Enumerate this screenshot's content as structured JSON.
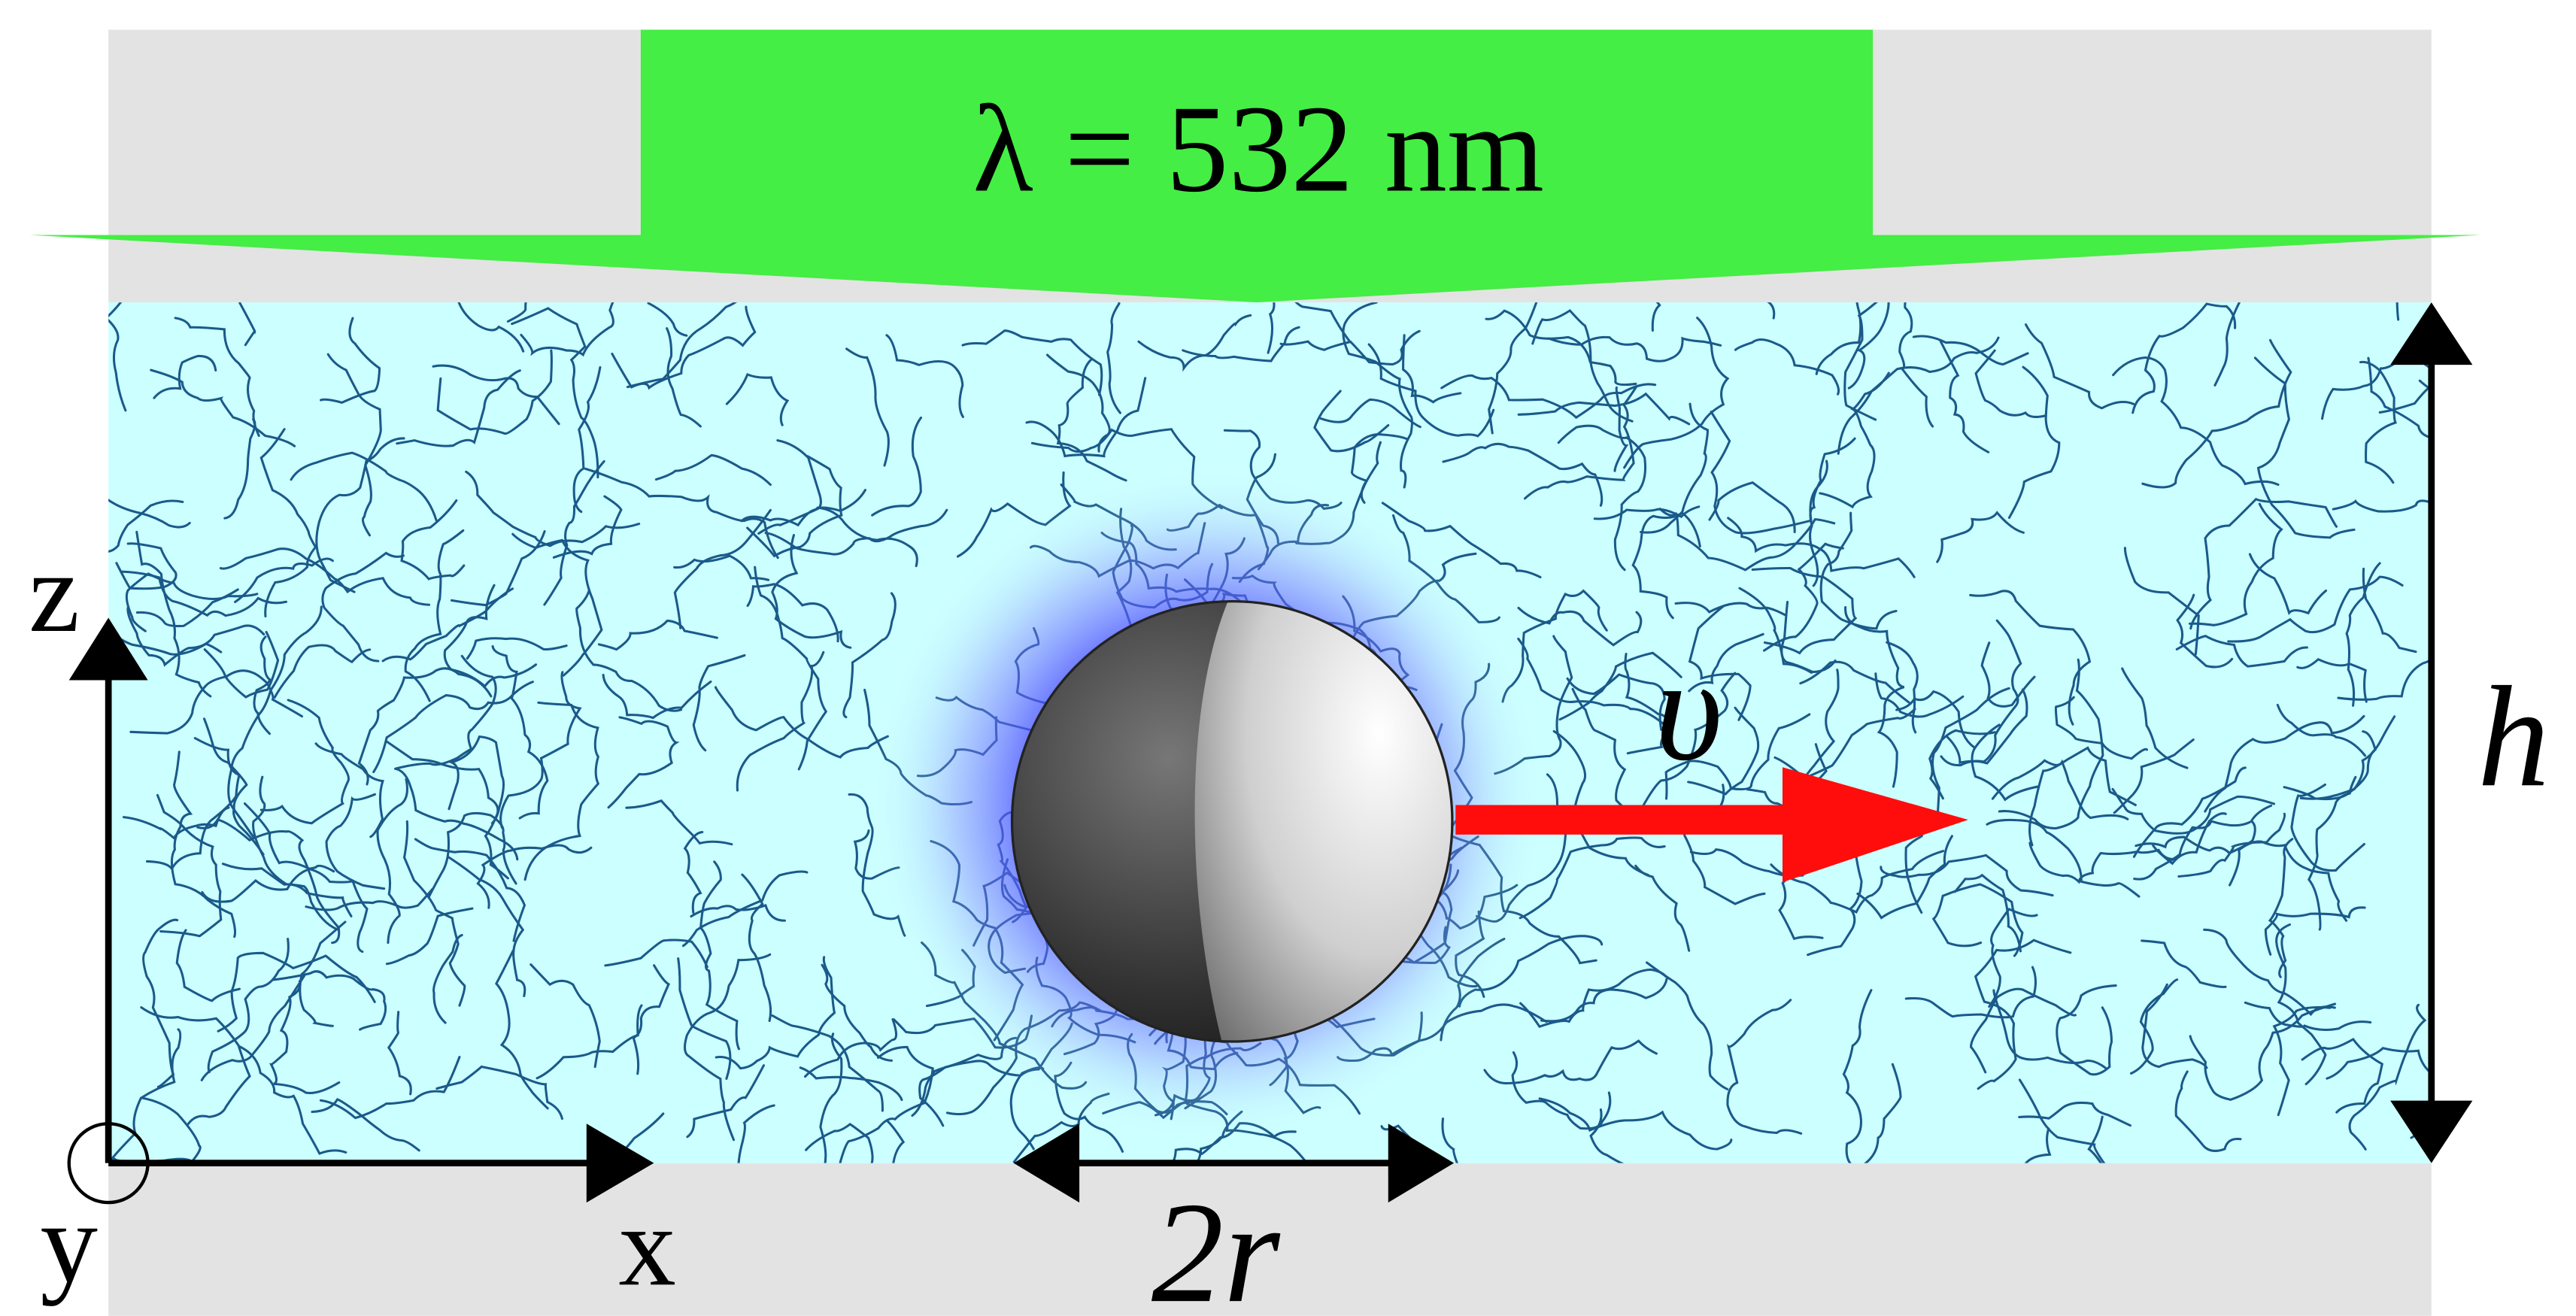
{
  "laser_label": "λ = 532 nm",
  "axes": {
    "x_label": "x",
    "y_label": "y",
    "z_label": "z"
  },
  "velocity_label": "υ",
  "height_label": "h",
  "diameter_label": "2r",
  "colors": {
    "laser_beam": "#44ee44",
    "fluid": "#ccffff",
    "polymer_chains": "#1a5a8a",
    "walls": "#e3e3e3",
    "velocity_arrow": "#ff0d0d",
    "particle_glow": "#4d4dff"
  },
  "icons": {
    "y_axis": "circle-out-of-page-icon",
    "particle": "janus-sphere-icon"
  }
}
